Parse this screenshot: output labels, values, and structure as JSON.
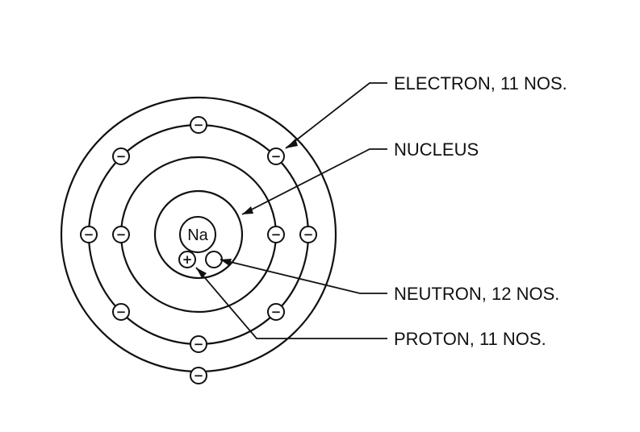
{
  "diagram": {
    "nucleus_symbol": "Na",
    "electron_sign": "−",
    "proton_sign": "+",
    "labels": {
      "electron": "ELECTRON, 11 NOS.",
      "nucleus": "NUCLEUS",
      "neutron": "NEUTRON, 12 NOS.",
      "proton": "PROTON, 11 NOS."
    },
    "shells": [
      {
        "electrons": 2
      },
      {
        "electrons": 8
      },
      {
        "electrons": 1
      }
    ],
    "colors": {
      "line": "#111111",
      "background": "#ffffff"
    }
  }
}
